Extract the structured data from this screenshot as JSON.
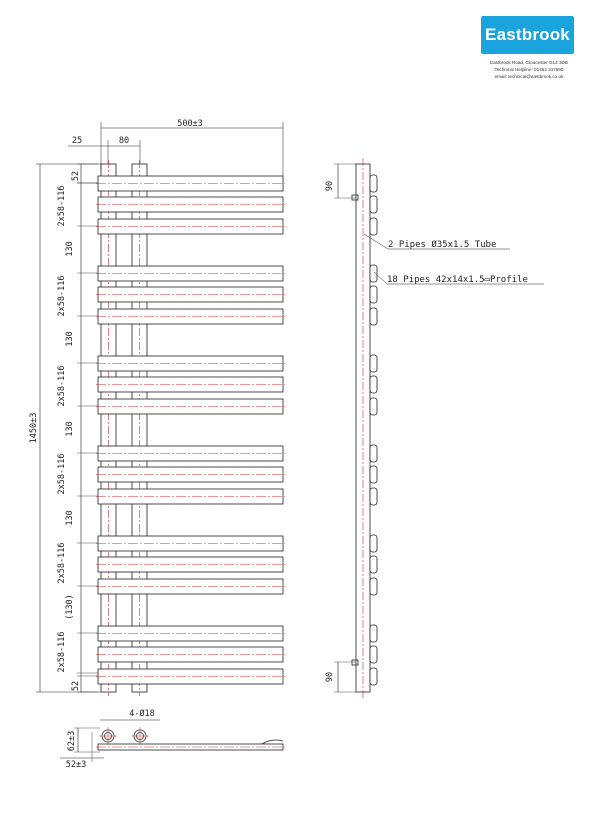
{
  "brand": {
    "logo_text": "Eastbrook",
    "address_line": "Eastbrook Road, Gloucester GL4 3DB",
    "helpline_line": "Technical Helpline: 01452 317890",
    "email_line": "email: technical@eastbrook.co.uk",
    "logo_color": "#1ba3dd"
  },
  "colors": {
    "line": "#222222",
    "centerline": "#d0312d"
  },
  "front_view": {
    "dim_width": "500±3",
    "dim_offset": "25",
    "dim_pipe_spacing": "80",
    "dim_height": "1450±3",
    "dim_top": "52",
    "dim_bottom": "52",
    "dim_group": "2x58-116",
    "dim_gap": "130",
    "dim_gap_last": "(130)"
  },
  "side_view": {
    "dim_top": "90",
    "dim_bottom": "90",
    "label_pipes": "2 Pipes Ø35x1.5 Tube",
    "label_profiles": "18 Pipes 42x14x1.5▭Profile"
  },
  "plan_view": {
    "dim_holes": "4-Ø18",
    "dim_depth": "62±3",
    "dim_wall": "52±3"
  }
}
